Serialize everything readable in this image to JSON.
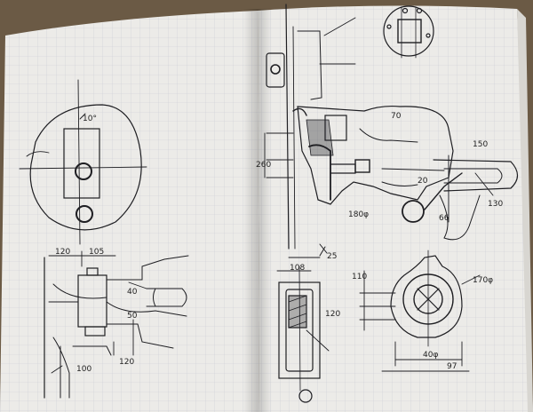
{
  "photo": {
    "subject": "open notebook with hand-drawn mechanical sketches",
    "colors": {
      "table": "#6b5a45",
      "paper": "#ecebe8",
      "grid": "#c9ccd3",
      "ink": "#1e1e22"
    }
  },
  "left_page": {
    "labels": {
      "angle_top": "10°",
      "dim_120": "120",
      "dim_105": "105",
      "dim_40": "40",
      "dim_50": "50",
      "dim_120_bottom": "120",
      "dim_100": "100"
    }
  },
  "right_page": {
    "labels": {
      "dim_260": "260",
      "dim_70": "70",
      "dim_150": "150",
      "dim_180": "180φ",
      "dim_20": "20",
      "dim_66": "66",
      "dim_130": "130",
      "dim_25": "25",
      "dim_108": "108",
      "dim_120_mid": "120",
      "dim_110": "110",
      "dim_170": "170φ",
      "dim_40_bottom": "40φ",
      "dim_97": "97"
    }
  }
}
